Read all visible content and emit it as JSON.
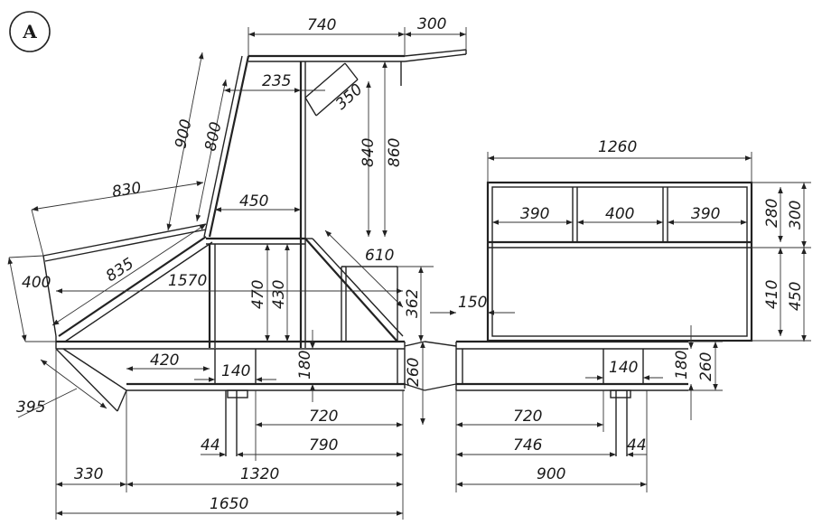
{
  "view_label": "A",
  "dims": {
    "d740": "740",
    "d300_top": "300",
    "d235": "235",
    "d350": "350",
    "d900": "900",
    "d800": "800",
    "d840": "840",
    "d860": "860",
    "d830": "830",
    "d450": "450",
    "d835": "835",
    "d400_left": "400",
    "d1570": "1570",
    "d470": "470",
    "d430": "430",
    "d610": "610",
    "d362": "362",
    "d150": "150",
    "d420": "420",
    "d140_left": "140",
    "d180_left": "180",
    "d260_left": "260",
    "d395": "395",
    "d720_left": "720",
    "d44_left": "44",
    "d790": "790",
    "d330": "330",
    "d1320": "1320",
    "d1650": "1650",
    "d1260": "1260",
    "d390_a": "390",
    "d400_mid": "400",
    "d390_b": "390",
    "d280": "280",
    "d300_right": "300",
    "d410": "410",
    "d450_right": "450",
    "d140_right": "140",
    "d180_right": "180",
    "d260_right": "260",
    "d720_right": "720",
    "d746": "746",
    "d44_right": "44",
    "d900_right": "900"
  }
}
